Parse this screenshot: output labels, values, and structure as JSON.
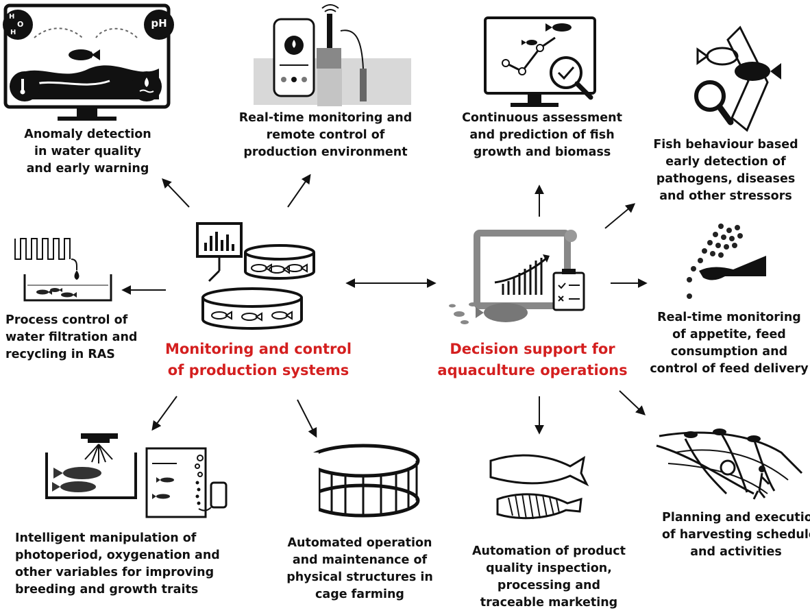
{
  "hubs": {
    "monitoring": [
      "Monitoring and control",
      "of production systems"
    ],
    "decision": [
      "Decision support for",
      "aquaculture operations"
    ]
  },
  "applications": {
    "anomaly": [
      "Anomaly detection",
      "in water quality",
      "and early warning"
    ],
    "realtime_remote": [
      "Real-time monitoring and",
      "remote control of",
      "production environment"
    ],
    "growth": [
      "Continuous assessment",
      "and prediction of fish",
      "growth and biomass"
    ],
    "behaviour": [
      "Fish behaviour based",
      "early detection of",
      "pathogens, diseases",
      "and other stressors"
    ],
    "filtration": [
      "Process control of",
      "water filtration and",
      "recycling in RAS"
    ],
    "appetite": [
      "Real-time monitoring",
      "of appetite, feed",
      "consumption and",
      "control of feed delivery"
    ],
    "photoperiod": [
      "Intelligent manipulation of",
      "photoperiod, oxygenation and",
      "other variables for improving",
      "breeding and growth traits"
    ],
    "cage": [
      "Automated operation",
      "and maintenance of",
      "physical structures in",
      "cage farming"
    ],
    "quality": [
      "Automation of product",
      "quality inspection,",
      "processing and",
      "traceable marketing"
    ],
    "harvest": [
      "Planning and execution",
      "of harvesting schedule",
      "and activities"
    ]
  },
  "icon_text": {
    "ph": "pH",
    "molecule_h1": "H",
    "molecule_o": "O",
    "molecule_h2": "H"
  },
  "colors": {
    "hub_text": "#d41f1f",
    "ink": "#111111"
  }
}
